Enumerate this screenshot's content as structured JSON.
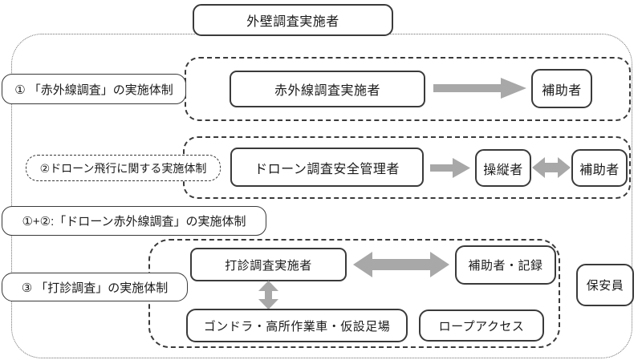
{
  "colors": {
    "arrow": "#a8a8a8",
    "border": "#3a3a3a",
    "background": "#ffffff"
  },
  "title_box": {
    "label": "外壁調査実施者"
  },
  "row1": {
    "label": "① 「赤外線調査」の実施体制",
    "main": "赤外線調査実施者",
    "helper": "補助者"
  },
  "row2": {
    "label": "②ドローン飛行に関する実施体制",
    "main": "ドローン調査安全管理者",
    "operator": "操縦者",
    "helper": "補助者"
  },
  "combined_label": "①+②:「ドローン赤外線調査」の実施体制",
  "row3": {
    "label": "③ 「打診調査」の実施体制",
    "main": "打診調査実施者",
    "helper": "補助者・記録",
    "access_platform": "ゴンドラ・高所作業車・仮設足場",
    "access_rope": "ロープアクセス",
    "guard": "保安員"
  }
}
